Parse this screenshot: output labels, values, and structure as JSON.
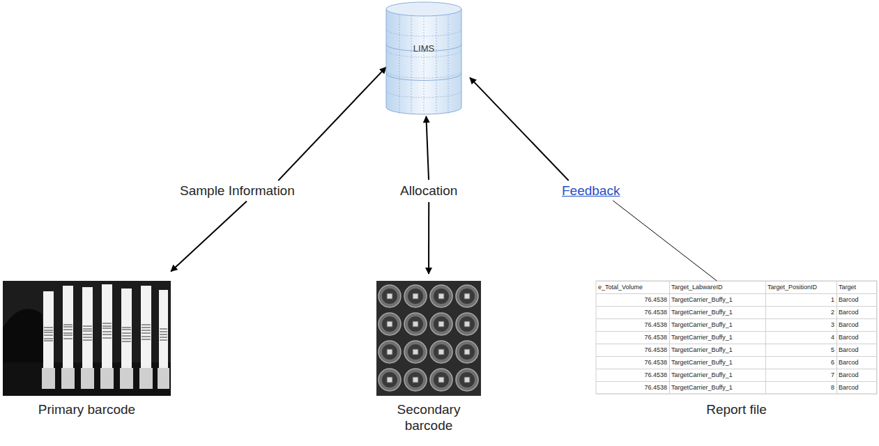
{
  "diagram": {
    "nodes": [
      {
        "text": [
          "LIMS"
        ]
      },
      {
        "text": [
          "Sample Information"
        ]
      },
      {
        "text": [
          "Allocation"
        ]
      },
      {
        "text": [
          "Feedback"
        ]
      },
      {
        "text": [
          "Primary barcode"
        ]
      },
      {
        "text": [
          "Secondary barcode"
        ]
      },
      {
        "text": [
          "Report file"
        ]
      }
    ],
    "edges": [
      {
        "from": 1,
        "to": 0,
        "arrow": "to"
      },
      {
        "from": 1,
        "to": 4,
        "arrow": "to"
      },
      {
        "from": 2,
        "to": 0,
        "arrow": "to"
      },
      {
        "from": 2,
        "to": 5,
        "arrow": "to"
      },
      {
        "from": 3,
        "to": 0,
        "arrow": "to"
      },
      {
        "from": 6,
        "to": 3,
        "arrow": "none"
      }
    ],
    "labels": [
      "e_Total_Volume",
      "Target_LabwareID",
      "Target_PositionID",
      "Target",
      "76.4538",
      "TargetCarrier_Buffy_1",
      "1",
      "Barcod",
      "76.4538",
      "TargetCarrier_Buffy_1",
      "2",
      "Barcod",
      "76.4538",
      "TargetCarrier_Buffy_1",
      "3",
      "Barcod",
      "76.4538",
      "TargetCarrier_Buffy_1",
      "4",
      "Barcod",
      "76.4538",
      "TargetCarrier_Buffy_1",
      "5",
      "Barcod",
      "76.4538",
      "TargetCarrier_Buffy_1",
      "6",
      "Barcod",
      "76.4538",
      "TargetCarrier_Buffy_1",
      "7",
      "Barcod",
      "76.4538",
      "TargetCarrier_Buffy_1",
      "8",
      "Barcod"
    ]
  }
}
